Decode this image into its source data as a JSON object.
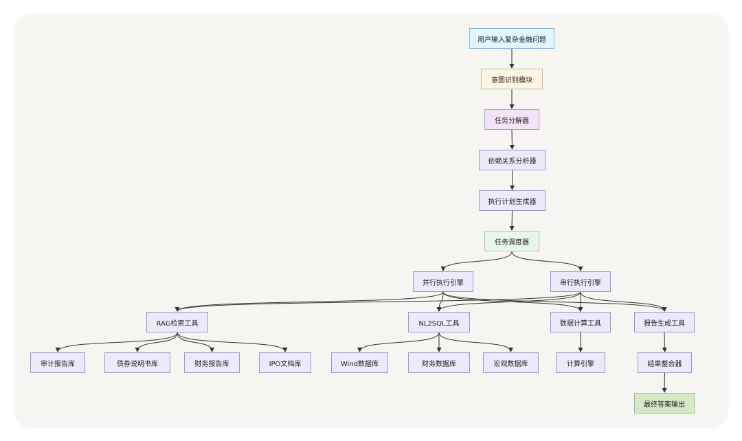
{
  "nodes": [
    {
      "id": "user_input",
      "label": "用户输入复杂金融问题",
      "fill": "#e1f5fe",
      "stroke": "#8fb4dd"
    },
    {
      "id": "intent",
      "label": "意图识别模块",
      "fill": "#fff6e0",
      "stroke": "#c9b6c4"
    },
    {
      "id": "decompose",
      "label": "任务分解器",
      "fill": "#f1e4f4",
      "stroke": "#b39bd0"
    },
    {
      "id": "dependency",
      "label": "依赖关系分析器",
      "fill": "#ece9fb",
      "stroke": "#9b96cf"
    },
    {
      "id": "plan",
      "label": "执行计划生成器",
      "fill": "#ece9fb",
      "stroke": "#9b96cf"
    },
    {
      "id": "scheduler",
      "label": "任务调度器",
      "fill": "#e8f5e9",
      "stroke": "#a9c9a9"
    },
    {
      "id": "parallel",
      "label": "并行执行引擎",
      "fill": "#ece9fb",
      "stroke": "#9b96cf"
    },
    {
      "id": "serial",
      "label": "串行执行引擎",
      "fill": "#ece9fb",
      "stroke": "#9b96cf"
    },
    {
      "id": "rag",
      "label": "RAG检索工具",
      "fill": "#ece9fb",
      "stroke": "#9b96cf"
    },
    {
      "id": "nl2sql",
      "label": "NL2SQL工具",
      "fill": "#ece9fb",
      "stroke": "#9b96cf"
    },
    {
      "id": "calc_tool",
      "label": "数据计算工具",
      "fill": "#ece9fb",
      "stroke": "#9b96cf"
    },
    {
      "id": "report_tool",
      "label": "报告生成工具",
      "fill": "#ece9fb",
      "stroke": "#9b96cf"
    },
    {
      "id": "audit",
      "label": "审计报告库",
      "fill": "#ece9fb",
      "stroke": "#9b96cf"
    },
    {
      "id": "bond",
      "label": "债券说明书库",
      "fill": "#ece9fb",
      "stroke": "#9b96cf"
    },
    {
      "id": "fin_report",
      "label": "财务报告库",
      "fill": "#ece9fb",
      "stroke": "#9b96cf"
    },
    {
      "id": "ipo",
      "label": "IPO文档库",
      "fill": "#ece9fb",
      "stroke": "#9b96cf"
    },
    {
      "id": "wind",
      "label": "Wind数据库",
      "fill": "#ece9fb",
      "stroke": "#9b96cf"
    },
    {
      "id": "fin_db",
      "label": "财务数据库",
      "fill": "#ece9fb",
      "stroke": "#9b96cf"
    },
    {
      "id": "macro",
      "label": "宏观数据库",
      "fill": "#ece9fb",
      "stroke": "#9b96cf"
    },
    {
      "id": "calc_engine",
      "label": "计算引擎",
      "fill": "#ece9fb",
      "stroke": "#9b96cf"
    },
    {
      "id": "merger",
      "label": "结果整合器",
      "fill": "#ece9fb",
      "stroke": "#9b96cf"
    },
    {
      "id": "final",
      "label": "最终答案输出",
      "fill": "#d6e9c6",
      "stroke": "#9fbf8f"
    }
  ],
  "edges": [
    [
      "user_input",
      "intent"
    ],
    [
      "intent",
      "decompose"
    ],
    [
      "decompose",
      "dependency"
    ],
    [
      "dependency",
      "plan"
    ],
    [
      "plan",
      "scheduler"
    ],
    [
      "scheduler",
      "parallel"
    ],
    [
      "scheduler",
      "serial"
    ],
    [
      "parallel",
      "rag"
    ],
    [
      "parallel",
      "nl2sql"
    ],
    [
      "parallel",
      "calc_tool"
    ],
    [
      "parallel",
      "report_tool"
    ],
    [
      "serial",
      "rag"
    ],
    [
      "serial",
      "nl2sql"
    ],
    [
      "serial",
      "calc_tool"
    ],
    [
      "serial",
      "report_tool"
    ],
    [
      "rag",
      "audit"
    ],
    [
      "rag",
      "bond"
    ],
    [
      "rag",
      "fin_report"
    ],
    [
      "rag",
      "ipo"
    ],
    [
      "nl2sql",
      "wind"
    ],
    [
      "nl2sql",
      "fin_db"
    ],
    [
      "nl2sql",
      "macro"
    ],
    [
      "calc_tool",
      "calc_engine"
    ],
    [
      "report_tool",
      "merger"
    ],
    [
      "merger",
      "final"
    ]
  ],
  "colors": {
    "edge": "#333333",
    "border": "#9b96cf",
    "fill": "#ece9fb"
  }
}
